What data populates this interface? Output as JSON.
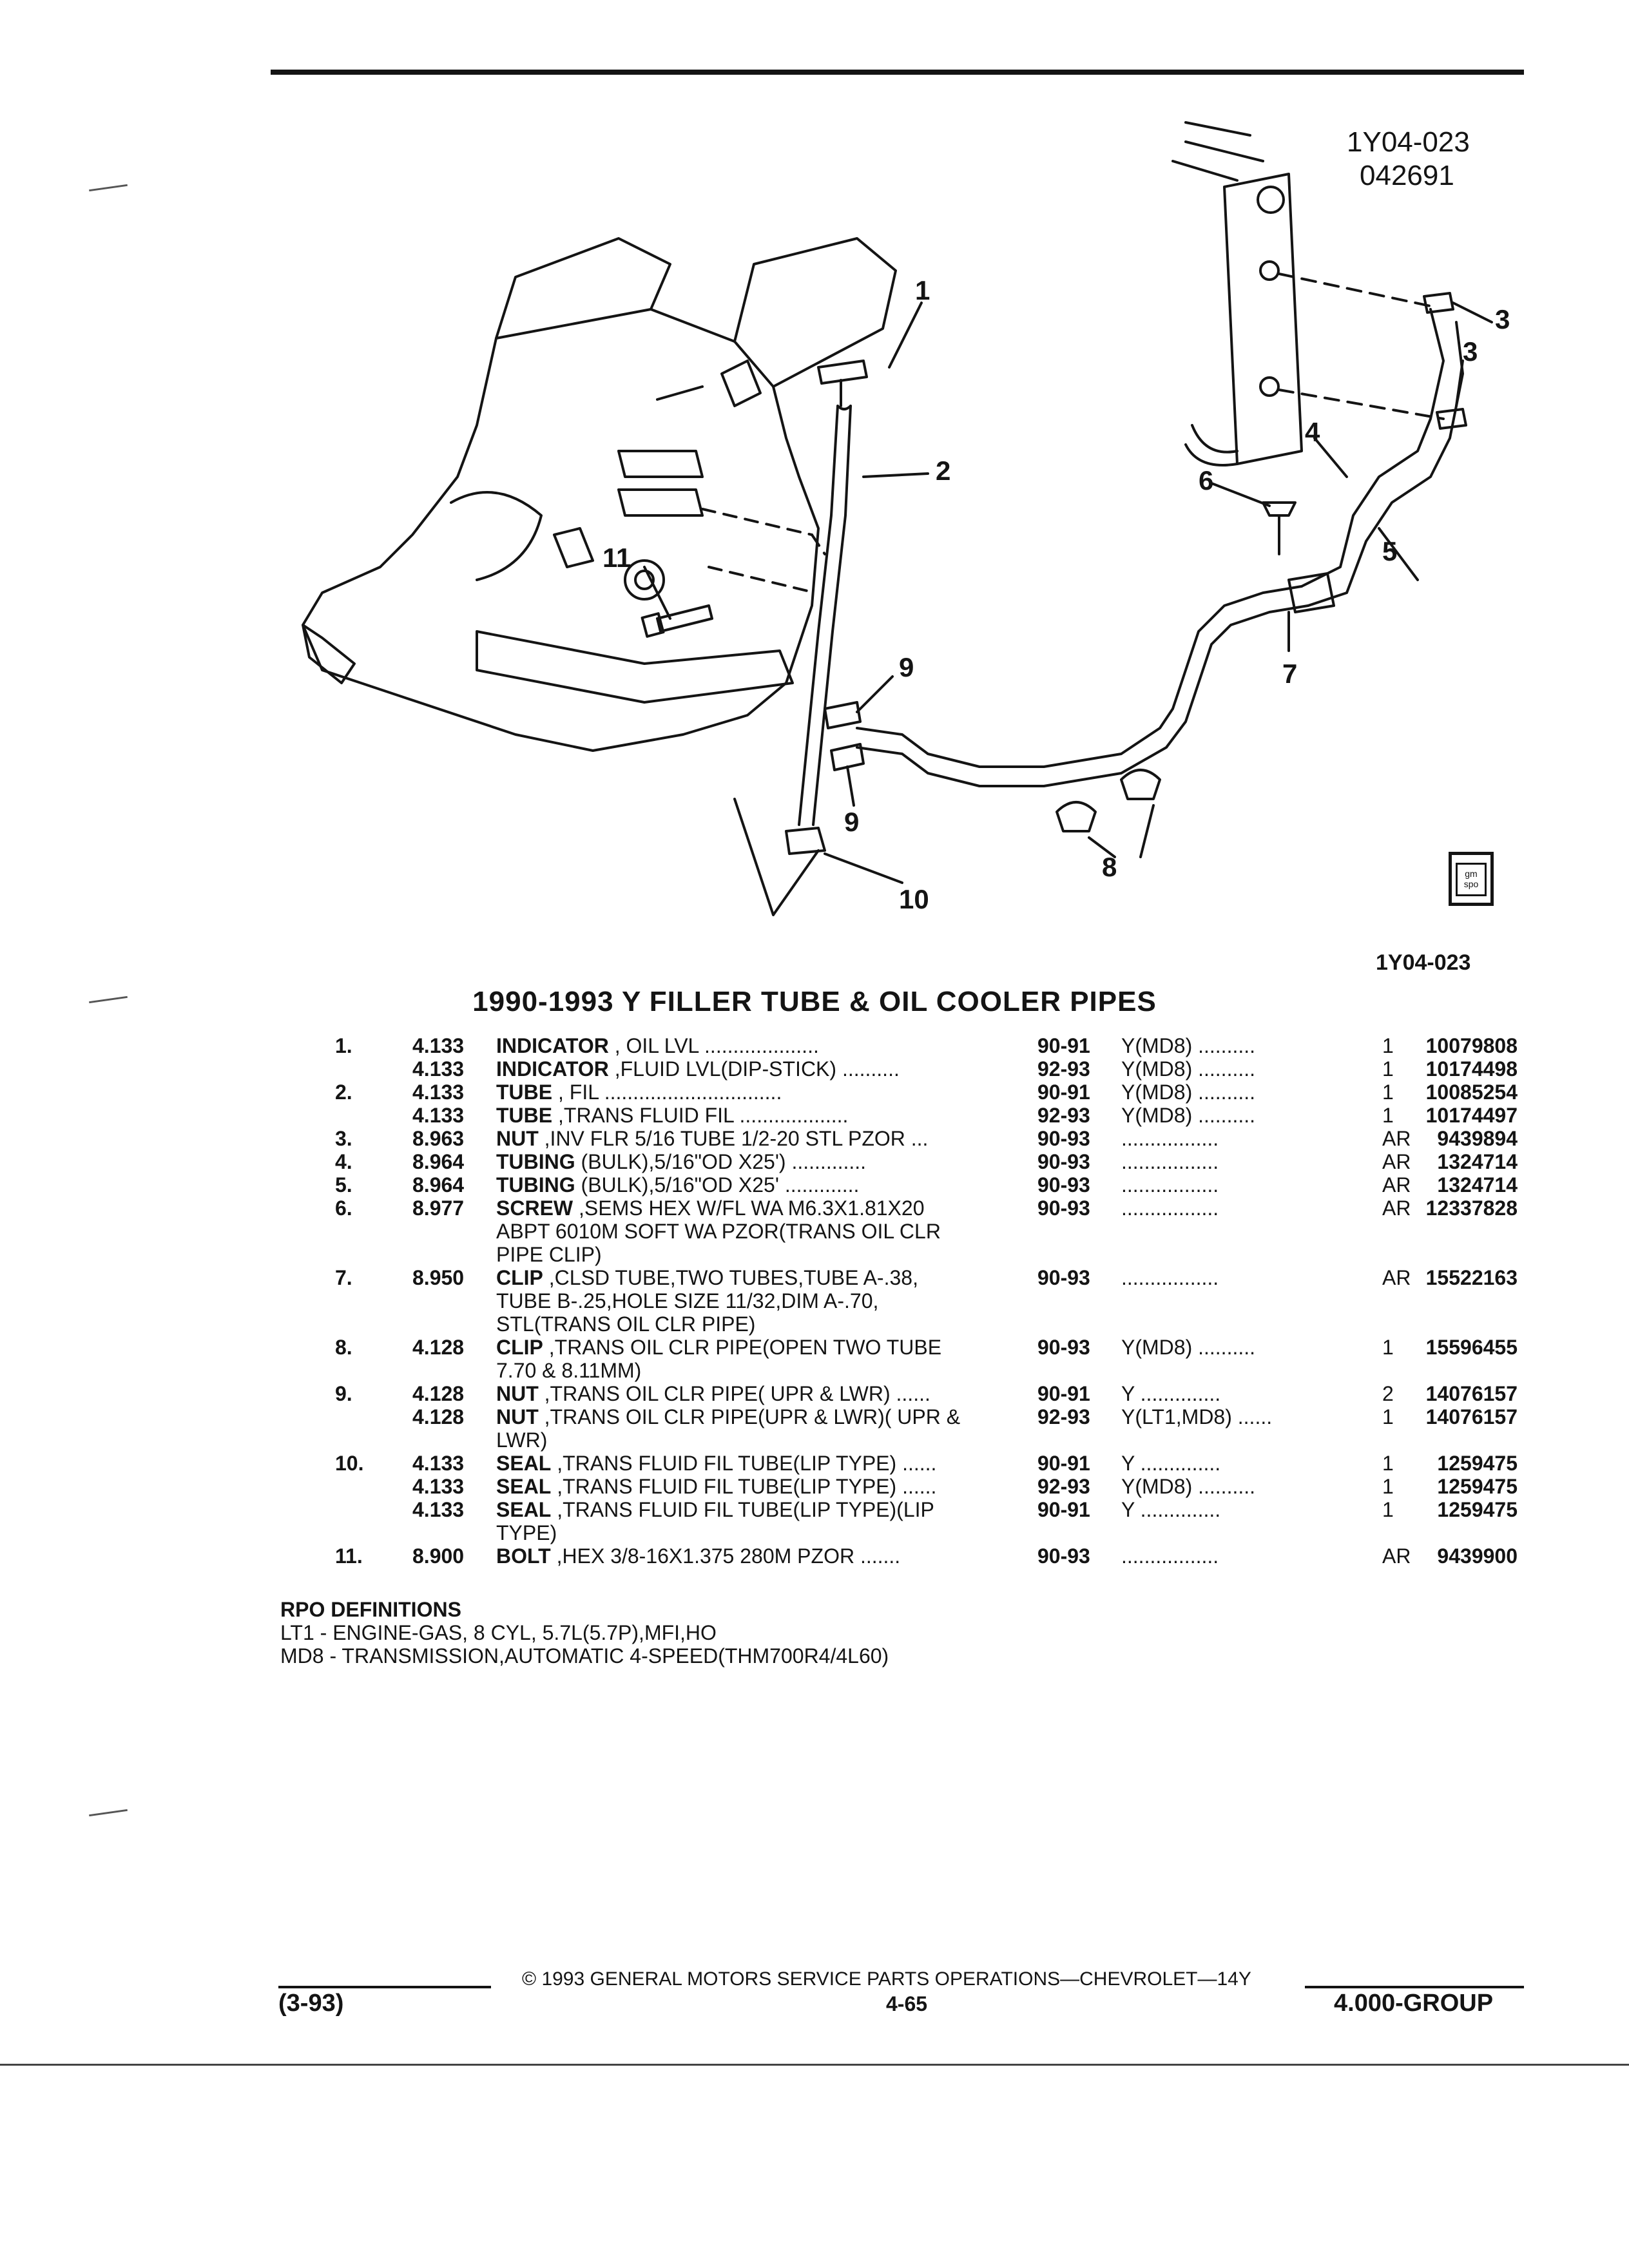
{
  "header": {
    "code_top": "1Y04-023",
    "code_bottom": "042691"
  },
  "diagram": {
    "callouts": [
      "1",
      "2",
      "3",
      "3",
      "4",
      "5",
      "6",
      "7",
      "8",
      "9",
      "9",
      "10",
      "11"
    ],
    "figure_id": "1Y04-023"
  },
  "title": "1990-1993 Y FILLER TUBE & OIL COOLER PIPES",
  "parts": [
    {
      "no": "1.",
      "grp": "4.133",
      "name": "INDICATOR",
      "desc": " , OIL LVL ....................",
      "yr": "90-91",
      "ser": "Y(MD8) ..........",
      "qty": "1",
      "pn": "10079808"
    },
    {
      "no": "",
      "grp": "4.133",
      "name": "INDICATOR",
      "desc": " ,FLUID LVL(DIP-STICK) ..........",
      "yr": "92-93",
      "ser": "Y(MD8) ..........",
      "qty": "1",
      "pn": "10174498"
    },
    {
      "no": "2.",
      "grp": "4.133",
      "name": "TUBE",
      "desc": " , FIL ...............................",
      "yr": "90-91",
      "ser": "Y(MD8) ..........",
      "qty": "1",
      "pn": "10085254"
    },
    {
      "no": "",
      "grp": "4.133",
      "name": "TUBE",
      "desc": " ,TRANS FLUID FIL ...................",
      "yr": "92-93",
      "ser": "Y(MD8) ..........",
      "qty": "1",
      "pn": "10174497"
    },
    {
      "no": "3.",
      "grp": "8.963",
      "name": "NUT",
      "desc": " ,INV FLR 5/16 TUBE 1/2-20 STL PZOR ...",
      "yr": "90-93",
      "ser": ".................",
      "qty": "AR",
      "pn": "9439894"
    },
    {
      "no": "4.",
      "grp": "8.964",
      "name": "TUBING",
      "desc": " (BULK),5/16\"OD X25') .............",
      "yr": "90-93",
      "ser": ".................",
      "qty": "AR",
      "pn": "1324714"
    },
    {
      "no": "5.",
      "grp": "8.964",
      "name": "TUBING",
      "desc": " (BULK),5/16\"OD X25' .............",
      "yr": "90-93",
      "ser": ".................",
      "qty": "AR",
      "pn": "1324714"
    },
    {
      "no": "6.",
      "grp": "8.977",
      "name": "SCREW",
      "desc": " ,SEMS HEX W/FL WA M6.3X1.81X20",
      "yr": "90-93",
      "ser": ".................",
      "qty": "AR",
      "pn": "12337828"
    },
    {
      "no": "",
      "grp": "",
      "name": "",
      "desc": "ABPT 6010M SOFT WA PZOR(TRANS OIL CLR",
      "yr": "",
      "ser": "",
      "qty": "",
      "pn": ""
    },
    {
      "no": "",
      "grp": "",
      "name": "",
      "desc": "PIPE CLIP)",
      "yr": "",
      "ser": "",
      "qty": "",
      "pn": ""
    },
    {
      "no": "7.",
      "grp": "8.950",
      "name": "CLIP",
      "desc": " ,CLSD TUBE,TWO TUBES,TUBE A-.38,",
      "yr": "90-93",
      "ser": ".................",
      "qty": "AR",
      "pn": "15522163"
    },
    {
      "no": "",
      "grp": "",
      "name": "",
      "desc": "TUBE B-.25,HOLE SIZE 11/32,DIM A-.70,",
      "yr": "",
      "ser": "",
      "qty": "",
      "pn": ""
    },
    {
      "no": "",
      "grp": "",
      "name": "",
      "desc": "STL(TRANS OIL CLR PIPE)",
      "yr": "",
      "ser": "",
      "qty": "",
      "pn": ""
    },
    {
      "no": "8.",
      "grp": "4.128",
      "name": "CLIP",
      "desc": " ,TRANS OIL CLR PIPE(OPEN TWO TUBE",
      "yr": "90-93",
      "ser": "Y(MD8) ..........",
      "qty": "1",
      "pn": "15596455"
    },
    {
      "no": "",
      "grp": "",
      "name": "",
      "desc": "7.70 & 8.11MM)",
      "yr": "",
      "ser": "",
      "qty": "",
      "pn": ""
    },
    {
      "no": "9.",
      "grp": "4.128",
      "name": "NUT",
      "desc": " ,TRANS OIL CLR PIPE( UPR & LWR) ......",
      "yr": "90-91",
      "ser": "Y ..............",
      "qty": "2",
      "pn": "14076157"
    },
    {
      "no": "",
      "grp": "4.128",
      "name": "NUT",
      "desc": " ,TRANS OIL CLR PIPE(UPR & LWR)( UPR &",
      "yr": "92-93",
      "ser": "Y(LT1,MD8) ......",
      "qty": "1",
      "pn": "14076157"
    },
    {
      "no": "",
      "grp": "",
      "name": "",
      "desc": "LWR)",
      "yr": "",
      "ser": "",
      "qty": "",
      "pn": ""
    },
    {
      "no": "10.",
      "grp": "4.133",
      "name": "SEAL",
      "desc": " ,TRANS FLUID FIL TUBE(LIP TYPE) ......",
      "yr": "90-91",
      "ser": "Y ..............",
      "qty": "1",
      "pn": "1259475"
    },
    {
      "no": "",
      "grp": "4.133",
      "name": "SEAL",
      "desc": " ,TRANS FLUID FIL TUBE(LIP TYPE) ......",
      "yr": "92-93",
      "ser": "Y(MD8) ..........",
      "qty": "1",
      "pn": "1259475"
    },
    {
      "no": "",
      "grp": "4.133",
      "name": "SEAL",
      "desc": " ,TRANS FLUID FIL TUBE(LIP TYPE)(LIP",
      "yr": "90-91",
      "ser": "Y ..............",
      "qty": "1",
      "pn": "1259475"
    },
    {
      "no": "",
      "grp": "",
      "name": "",
      "desc": "TYPE)",
      "yr": "",
      "ser": "",
      "qty": "",
      "pn": ""
    },
    {
      "no": "11.",
      "grp": "8.900",
      "name": "BOLT",
      "desc": " ,HEX 3/8-16X1.375 280M PZOR .......",
      "yr": "90-93",
      "ser": ".................",
      "qty": "AR",
      "pn": "9439900"
    }
  ],
  "rpo": {
    "heading": "RPO DEFINITIONS",
    "lines": [
      "LT1 - ENGINE-GAS, 8 CYL, 5.7L(5.7P),MFI,HO",
      "MD8 - TRANSMISSION,AUTOMATIC 4-SPEED(THM700R4/4L60)"
    ]
  },
  "footer": {
    "copyright": "© 1993 GENERAL MOTORS SERVICE PARTS OPERATIONS—CHEVROLET—14Y",
    "date": "(3-93)",
    "page": "4-65",
    "group": "4.000-GROUP"
  },
  "badge": {
    "top": "gm",
    "bottom": "spo"
  }
}
